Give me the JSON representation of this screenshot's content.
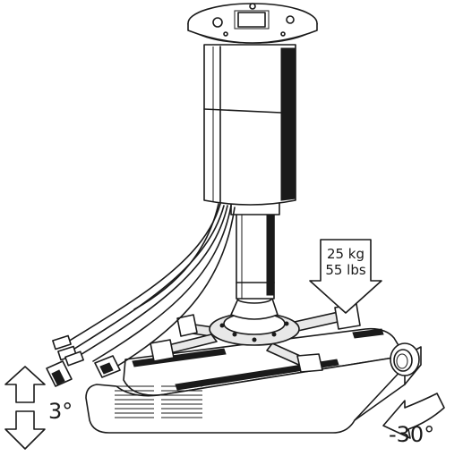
{
  "diagram": {
    "subject": "projector-ceiling-mount",
    "labels": {
      "load_kg": "25 kg",
      "load_lbs": "55 lbs",
      "tilt_angle": "3°",
      "swivel_angle": "-30°"
    },
    "colors": {
      "line": "#1a1a1a",
      "background": "#ffffff",
      "shade": "#e8e8e8"
    }
  }
}
